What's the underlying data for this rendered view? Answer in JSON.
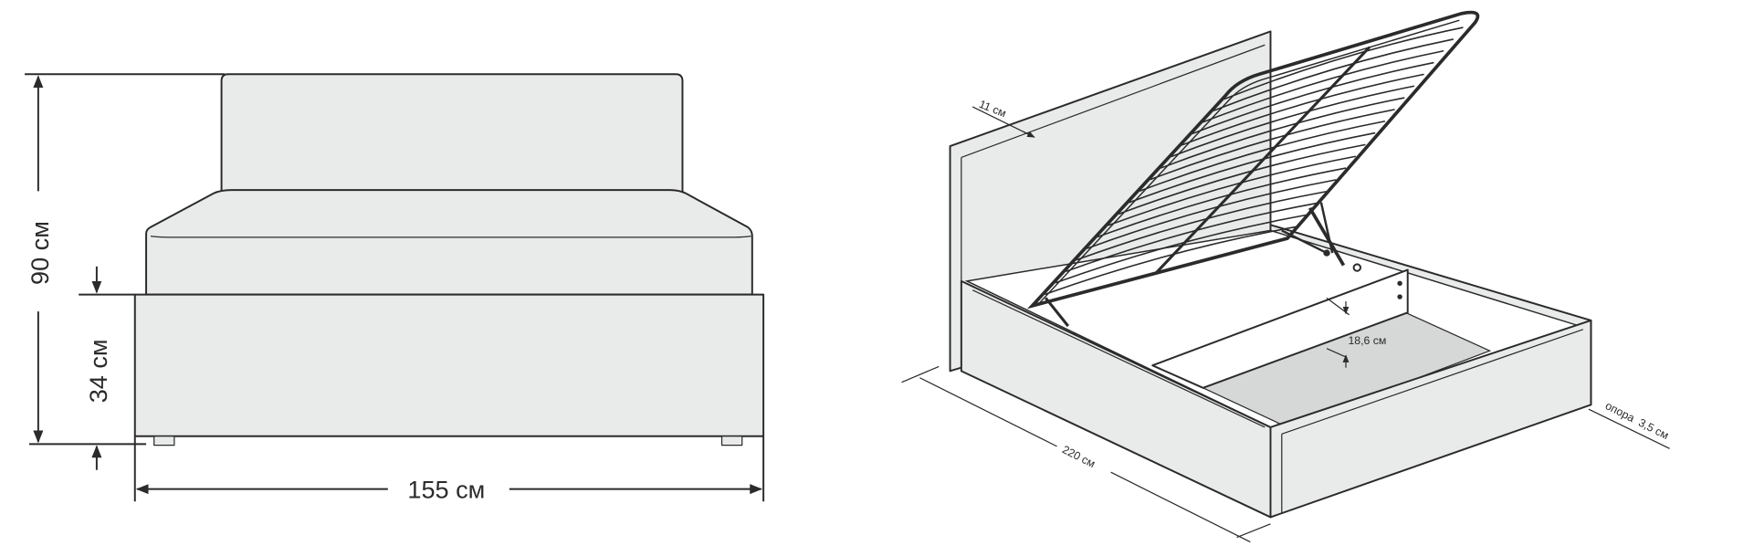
{
  "front_view": {
    "height_total": "90 см",
    "height_base": "34 см",
    "width": "155 см"
  },
  "iso_view": {
    "headboard_thickness": "11 см",
    "length": "220 см",
    "storage_depth": "18,6 см",
    "leg_height": "опора  3,5 см",
    "slat_count": 18
  },
  "colors": {
    "fill": "#e9ebea",
    "storage_floor": "#d6d8d7",
    "stroke": "#2b2b2b"
  }
}
